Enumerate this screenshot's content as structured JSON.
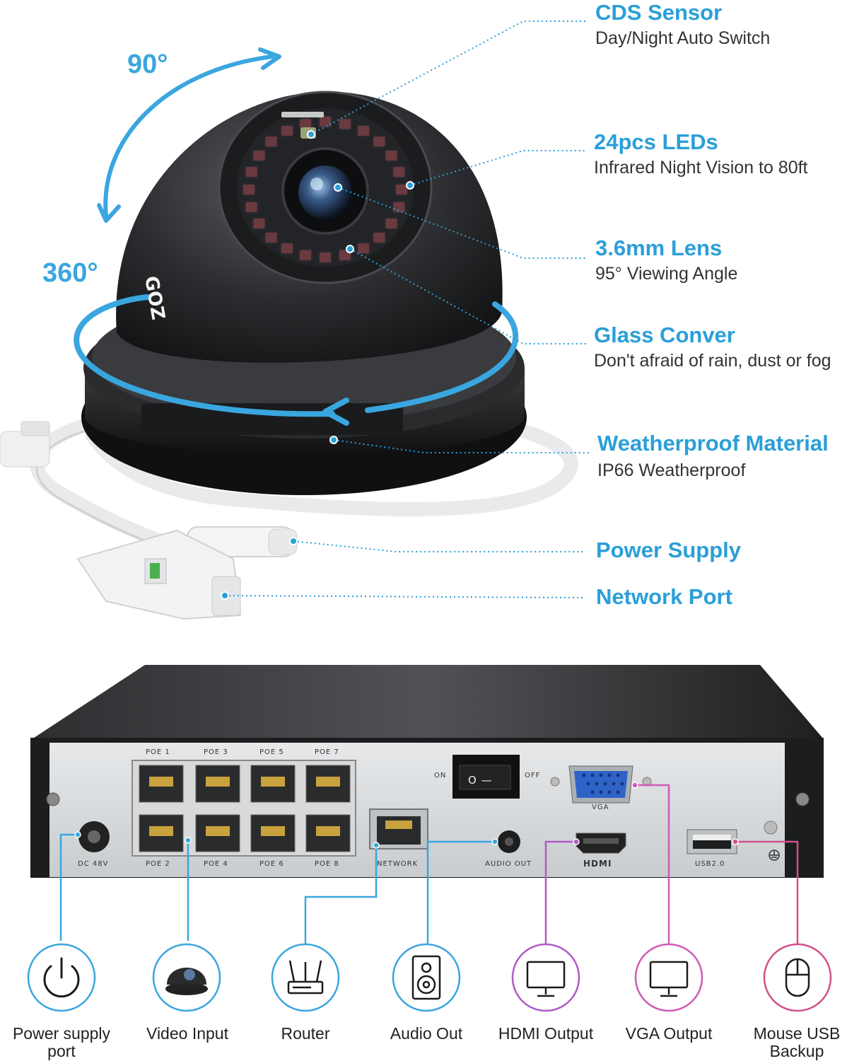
{
  "angles": {
    "tilt": "90°",
    "pan": "360°"
  },
  "brand_mark": "GOZ",
  "features": [
    {
      "title": "CDS Sensor",
      "subtitle": "Day/Night Auto Switch"
    },
    {
      "title": "24pcs LEDs",
      "subtitle": "Infrared Night Vision to 80ft"
    },
    {
      "title": "3.6mm Lens",
      "subtitle": "95° Viewing Angle"
    },
    {
      "title": "Glass Conver",
      "subtitle": "Don't afraid of rain, dust or fog"
    },
    {
      "title": "Weatherproof Material",
      "subtitle": "IP66 Weatherproof"
    },
    {
      "title": "Power Supply",
      "subtitle": ""
    },
    {
      "title": "Network Port",
      "subtitle": ""
    }
  ],
  "nvr": {
    "poe_top": [
      "POE 1",
      "POE 3",
      "POE 5",
      "POE 7"
    ],
    "poe_bottom": [
      "POE 2",
      "POE 4",
      "POE 6",
      "POE 8"
    ],
    "dc": "DC 48V",
    "network": "NETWORK",
    "audio_out": "AUDIO OUT",
    "switch_on": "ON",
    "switch_off": "OFF",
    "switch_glyph": "O —",
    "vga": "VGA",
    "hdmi": "HDMI",
    "usb": "USB2.0"
  },
  "icons": [
    {
      "label": "Power supply port",
      "icon": "power-icon",
      "color": "#3aa6df"
    },
    {
      "label": "Video Input",
      "icon": "dome-camera-icon",
      "color": "#3aa6df"
    },
    {
      "label": "Router",
      "icon": "router-icon",
      "color": "#3aa6df"
    },
    {
      "label": "Audio Out",
      "icon": "speaker-icon",
      "color": "#3aa6df"
    },
    {
      "label": "HDMI Output",
      "icon": "monitor-icon",
      "color": "#b05ac8"
    },
    {
      "label": "VGA Output",
      "icon": "monitor-icon",
      "color": "#d05ab8"
    },
    {
      "label": "Mouse USB Backup",
      "icon": "mouse-icon",
      "color": "#d0508a"
    }
  ],
  "colors": {
    "accent": "#2a9fd8",
    "purple": "#b05ac8",
    "pink": "#d0508a"
  }
}
